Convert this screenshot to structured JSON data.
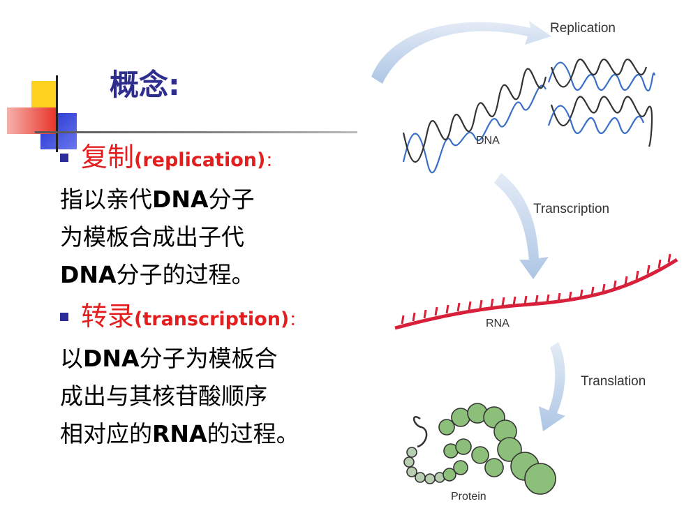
{
  "slide": {
    "title": "概念:",
    "items": [
      {
        "head": "复制",
        "term": "(replication)",
        "colon": "：",
        "lines": [
          [
            "指以亲代",
            "DNA",
            "分子"
          ],
          [
            "为模板合成出子代",
            "",
            ""
          ],
          [
            "",
            "DNA",
            "分子的过程。"
          ]
        ]
      },
      {
        "head": "转录",
        "term": "(transcription)",
        "colon": "：",
        "lines": [
          [
            "以",
            "DNA",
            "分子为模板合"
          ],
          [
            "成出与其核苷酸顺序",
            "",
            ""
          ],
          [
            "相对应的",
            "RNA",
            "的过程。"
          ]
        ]
      }
    ]
  },
  "diagram": {
    "labels": {
      "replication": "Replication",
      "dna": "DNA",
      "transcription": "Transcription",
      "rna": "RNA",
      "translation": "Translation",
      "protein": "Protein"
    },
    "colors": {
      "dna_blue": "#3a6fc8",
      "dna_dark": "#333333",
      "rna_red": "#d8203a",
      "protein_green": "#8cc07a",
      "arrow_blue": "#a9c4e4"
    }
  },
  "decor_colors": {
    "yellow": "#ffd21f",
    "red": "#e8352b",
    "blue": "#2b3fd0",
    "title": "#2e2e8e"
  }
}
